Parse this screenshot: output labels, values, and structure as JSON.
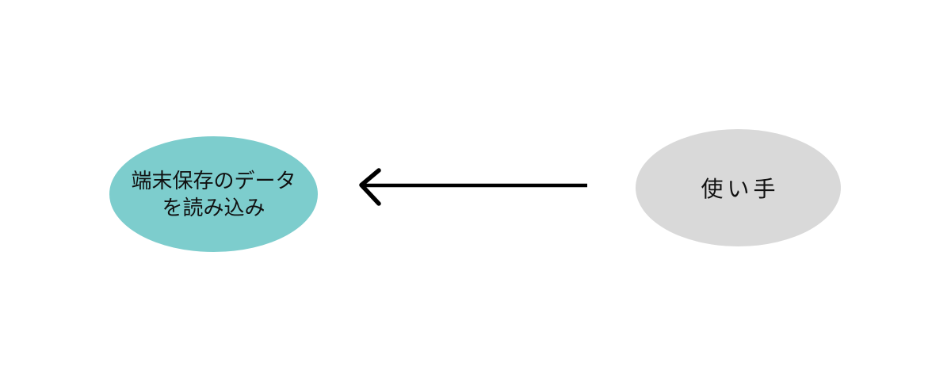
{
  "diagram": {
    "background_color": "#ffffff",
    "nodes": [
      {
        "id": "load-local-data",
        "shape": "ellipse",
        "label_lines": [
          "端末保存のデータ",
          "を読み込み"
        ],
        "fill_color": "#7dcdcd",
        "text_color": "#111111"
      },
      {
        "id": "user",
        "shape": "ellipse",
        "label": "使い手",
        "fill_color": "#d9d9d9",
        "text_color": "#111111"
      }
    ],
    "edge": {
      "from": "user",
      "to": "load-local-data",
      "direction": "right-to-left",
      "head_style": "open-chevron",
      "color": "#000000"
    }
  }
}
